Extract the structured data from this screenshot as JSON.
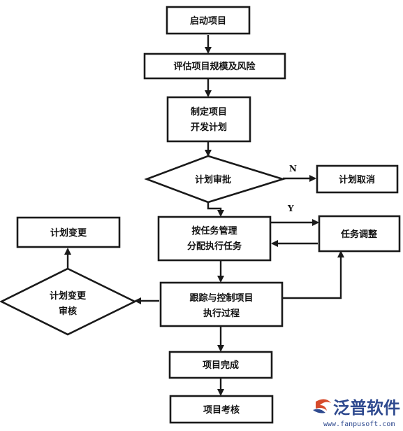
{
  "nodes": {
    "start": "启动项目",
    "assess": "评估项目规模及风险",
    "plan_line1": "制定项目",
    "plan_line2": "开发计划",
    "approve": "计划审批",
    "cancel": "计划取消",
    "assign_line1": "按任务管理",
    "assign_line2": "分配执行任务",
    "adjust": "任务调整",
    "track_line1": "跟踪与控制项目",
    "track_line2": "执行过程",
    "change_review_line1": "计划变更",
    "change_review_line2": "审核",
    "plan_change": "计划变更",
    "complete": "项目完成",
    "assessment": "项目考核"
  },
  "edge_labels": {
    "no": "N",
    "yes": "Y"
  },
  "watermark": {
    "brand": "泛普软件",
    "url": "www.fanpusoft.com",
    "logo_icon": "fanpu-logo-icon"
  }
}
